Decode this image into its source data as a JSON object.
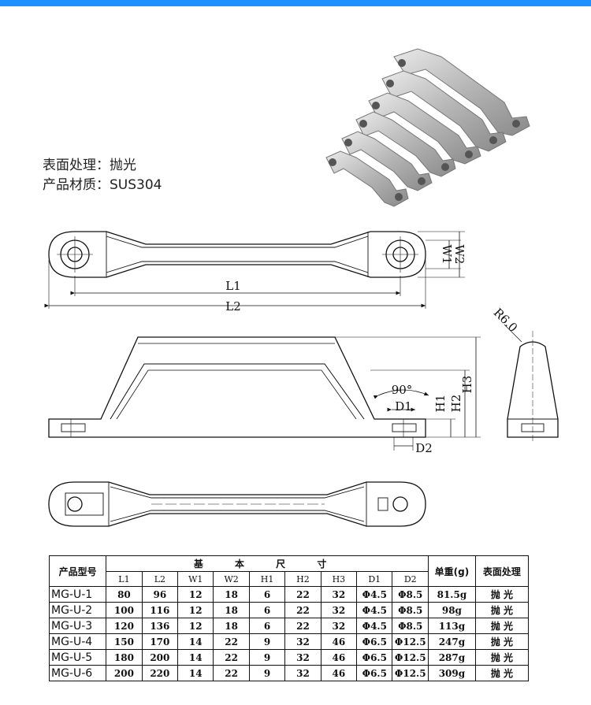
{
  "specs": {
    "surface": "表面处理：抛光",
    "material": "产品材质：SUS304"
  },
  "dimension_labels": {
    "W1": "W1",
    "W2": "W2",
    "L1": "L1",
    "L2": "L2",
    "R": "R6.0",
    "angle": "90°",
    "D1": "D1",
    "D2": "D2",
    "H1": "H1",
    "H2": "H2",
    "H3": "H3"
  },
  "table": {
    "headers": {
      "model": "产品型号",
      "group": "基 本 尺 寸",
      "weight": "单重(g)",
      "finish": "表面处理"
    },
    "columns": [
      "L1",
      "L2",
      "W1",
      "W2",
      "H1",
      "H2",
      "H3",
      "D1",
      "D2"
    ],
    "rows": [
      {
        "model": "MG-U-1",
        "L1": "80",
        "L2": "96",
        "W1": "12",
        "W2": "18",
        "H1": "6",
        "H2": "22",
        "H3": "32",
        "D1": "Φ4.5",
        "D2": "Φ8.5",
        "weight": "81.5g",
        "finish": "抛 光"
      },
      {
        "model": "MG-U-2",
        "L1": "100",
        "L2": "116",
        "W1": "12",
        "W2": "18",
        "H1": "6",
        "H2": "22",
        "H3": "32",
        "D1": "Φ4.5",
        "D2": "Φ8.5",
        "weight": "98g",
        "finish": "抛 光"
      },
      {
        "model": "MG-U-3",
        "L1": "120",
        "L2": "136",
        "W1": "12",
        "W2": "18",
        "H1": "6",
        "H2": "22",
        "H3": "32",
        "D1": "Φ4.5",
        "D2": "Φ8.5",
        "weight": "113g",
        "finish": "抛 光"
      },
      {
        "model": "MG-U-4",
        "L1": "150",
        "L2": "170",
        "W1": "14",
        "W2": "22",
        "H1": "9",
        "H2": "32",
        "H3": "46",
        "D1": "Φ6.5",
        "D2": "Φ12.5",
        "weight": "247g",
        "finish": "抛 光"
      },
      {
        "model": "MG-U-5",
        "L1": "180",
        "L2": "200",
        "W1": "14",
        "W2": "22",
        "H1": "9",
        "H2": "32",
        "H3": "46",
        "D1": "Φ6.5",
        "D2": "Φ12.5",
        "weight": "287g",
        "finish": "抛 光"
      },
      {
        "model": "MG-U-6",
        "L1": "200",
        "L2": "220",
        "W1": "14",
        "W2": "22",
        "H1": "9",
        "H2": "32",
        "H3": "46",
        "D1": "Φ6.5",
        "D2": "Φ12.5",
        "weight": "309g",
        "finish": "抛 光"
      }
    ]
  }
}
